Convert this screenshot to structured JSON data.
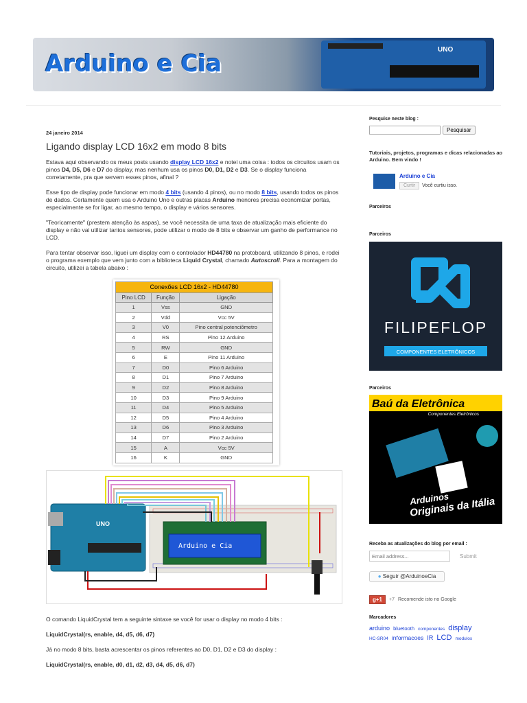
{
  "header": {
    "title": "Arduino e Cia",
    "board_label": "UNO"
  },
  "post": {
    "date": "24 janeiro 2014",
    "title": "Ligando display LCD 16x2 em modo 8 bits",
    "p1_a": "Estava aqui observando os meus posts usando ",
    "p1_link": "display LCD 16x2",
    "p1_b": " e notei uma coisa : todos os circuitos usam os pinos ",
    "p1_pins": "D4, D5, D6",
    "p1_c": " e ",
    "p1_d7": "D7",
    "p1_d": " do display, mas nenhum usa os pinos ",
    "p1_pins2": "D0, D1, D2",
    "p1_e": " e ",
    "p1_d3": "D3",
    "p1_f": ". Se o display funciona corretamente, pra que servem esses pinos, afinal ?",
    "p2_a": "Esse tipo de display pode funcionar em modo ",
    "p2_4bits": "4 bits",
    "p2_b": " (usando 4 pinos), ou no modo ",
    "p2_8bits": "8 bits",
    "p2_c": ", usando todos os pinos de dados. Certamente quem usa o Arduino Uno e outras placas ",
    "p2_arduino": "Arduino",
    "p2_d": " menores precisa economizar portas, especialmente se for ligar, ao mesmo tempo, o display e vários sensores.",
    "p3": "\"Teoricamente\" (prestem atenção às aspas),  se você necessita de uma taxa de atualização mais eficiente do display e não vai utilizar tantos sensores, pode utilizar o modo de 8 bits e observar um ganho de performance no LCD.",
    "p4_a": "Para tentar observar isso, liguei um display com o controlador ",
    "p4_ctrl": "HD44780",
    "p4_b": " na protoboard, utilizando 8 pinos, e rodei o programa exemplo que vem junto com a biblioteca ",
    "p4_lib": "Liquid Crystal",
    "p4_c": ", chamado ",
    "p4_ex": "Autoscroll",
    "p4_d": ". Para a montagem do circuito,  utilizei a tabela abaixo :",
    "after_p1": "O comando LiquidCrystal tem a seguinte sintaxe se você for usar o display no modo 4 bits :",
    "code1": "LiquidCrystal(rs, enable, d4, d5, d6, d7)",
    "after_p2": "Já no modo 8 bits, basta acrescentar os pinos referentes ao D0, D1, D2 e D3 do display :",
    "code2": "LiquidCrystal(rs, enable, d0, d1, d2, d3, d4, d5, d6, d7)"
  },
  "pin_table": {
    "caption": "Conexões LCD 16x2 - HD44780",
    "headers": [
      "Pino LCD",
      "Função",
      "Ligação"
    ],
    "rows": [
      [
        "1",
        "Vss",
        "GND"
      ],
      [
        "2",
        "Vdd",
        "Vcc 5V"
      ],
      [
        "3",
        "V0",
        "Pino central potenciômetro"
      ],
      [
        "4",
        "RS",
        "Pino 12 Arduino"
      ],
      [
        "5",
        "RW",
        "GND"
      ],
      [
        "6",
        "E",
        "Pino 11 Arduino"
      ],
      [
        "7",
        "D0",
        "Pino 6 Arduino"
      ],
      [
        "8",
        "D1",
        "Pino 7 Arduino"
      ],
      [
        "9",
        "D2",
        "Pino 8 Arduino"
      ],
      [
        "10",
        "D3",
        "Pino 9 Arduino"
      ],
      [
        "11",
        "D4",
        "Pino 5 Arduino"
      ],
      [
        "12",
        "D5",
        "Pino 4 Arduino"
      ],
      [
        "13",
        "D6",
        "Pino 3 Arduino"
      ],
      [
        "14",
        "D7",
        "Pino 2 Arduino"
      ],
      [
        "15",
        "A",
        "Vcc 5V"
      ],
      [
        "16",
        "K",
        "GND"
      ]
    ]
  },
  "circuit": {
    "lcd_text": "Arduino e Cia",
    "board_label": "UNO"
  },
  "sidebar": {
    "search_heading": "Pesquise neste blog :",
    "search_value": "",
    "search_button": "Pesquisar",
    "description": "Tutoriais, projetos, programas e dicas relacionadas ao Arduino. Bem vindo !",
    "fb_name": "Arduino e Cia",
    "fb_like": "Curtir",
    "fb_text": "Você curtiu isso.",
    "parceiros1": "Parceiros",
    "parceiros2": "Parceiros",
    "ad1_brand": "FILIPEFLOP",
    "ad1_tag": "COMPONENTES ELETRÔNICOS",
    "parceiros3": "Parceiros",
    "ad2_brand": "Baú da Eletrônica",
    "ad2_tag": "Componentes Eletrônicos",
    "ad2_line1": "Arduinos",
    "ad2_line2": "Originais da Itália",
    "email_heading": "Receba as atualizações do blog por email :",
    "email_placeholder": "Email address...",
    "email_submit": "Submit",
    "follow_label": "Seguir @ArduinoeCia",
    "gplus_label": "g+1",
    "gplus_count": "+7",
    "gplus_text": "Recomende isto no Google",
    "tags_heading": "Marcadores",
    "tags": [
      "arduino",
      "bluetooth",
      "componentes",
      "display",
      "HC-SR04",
      "informacoes",
      "IR",
      "LCD",
      "modulos"
    ]
  }
}
